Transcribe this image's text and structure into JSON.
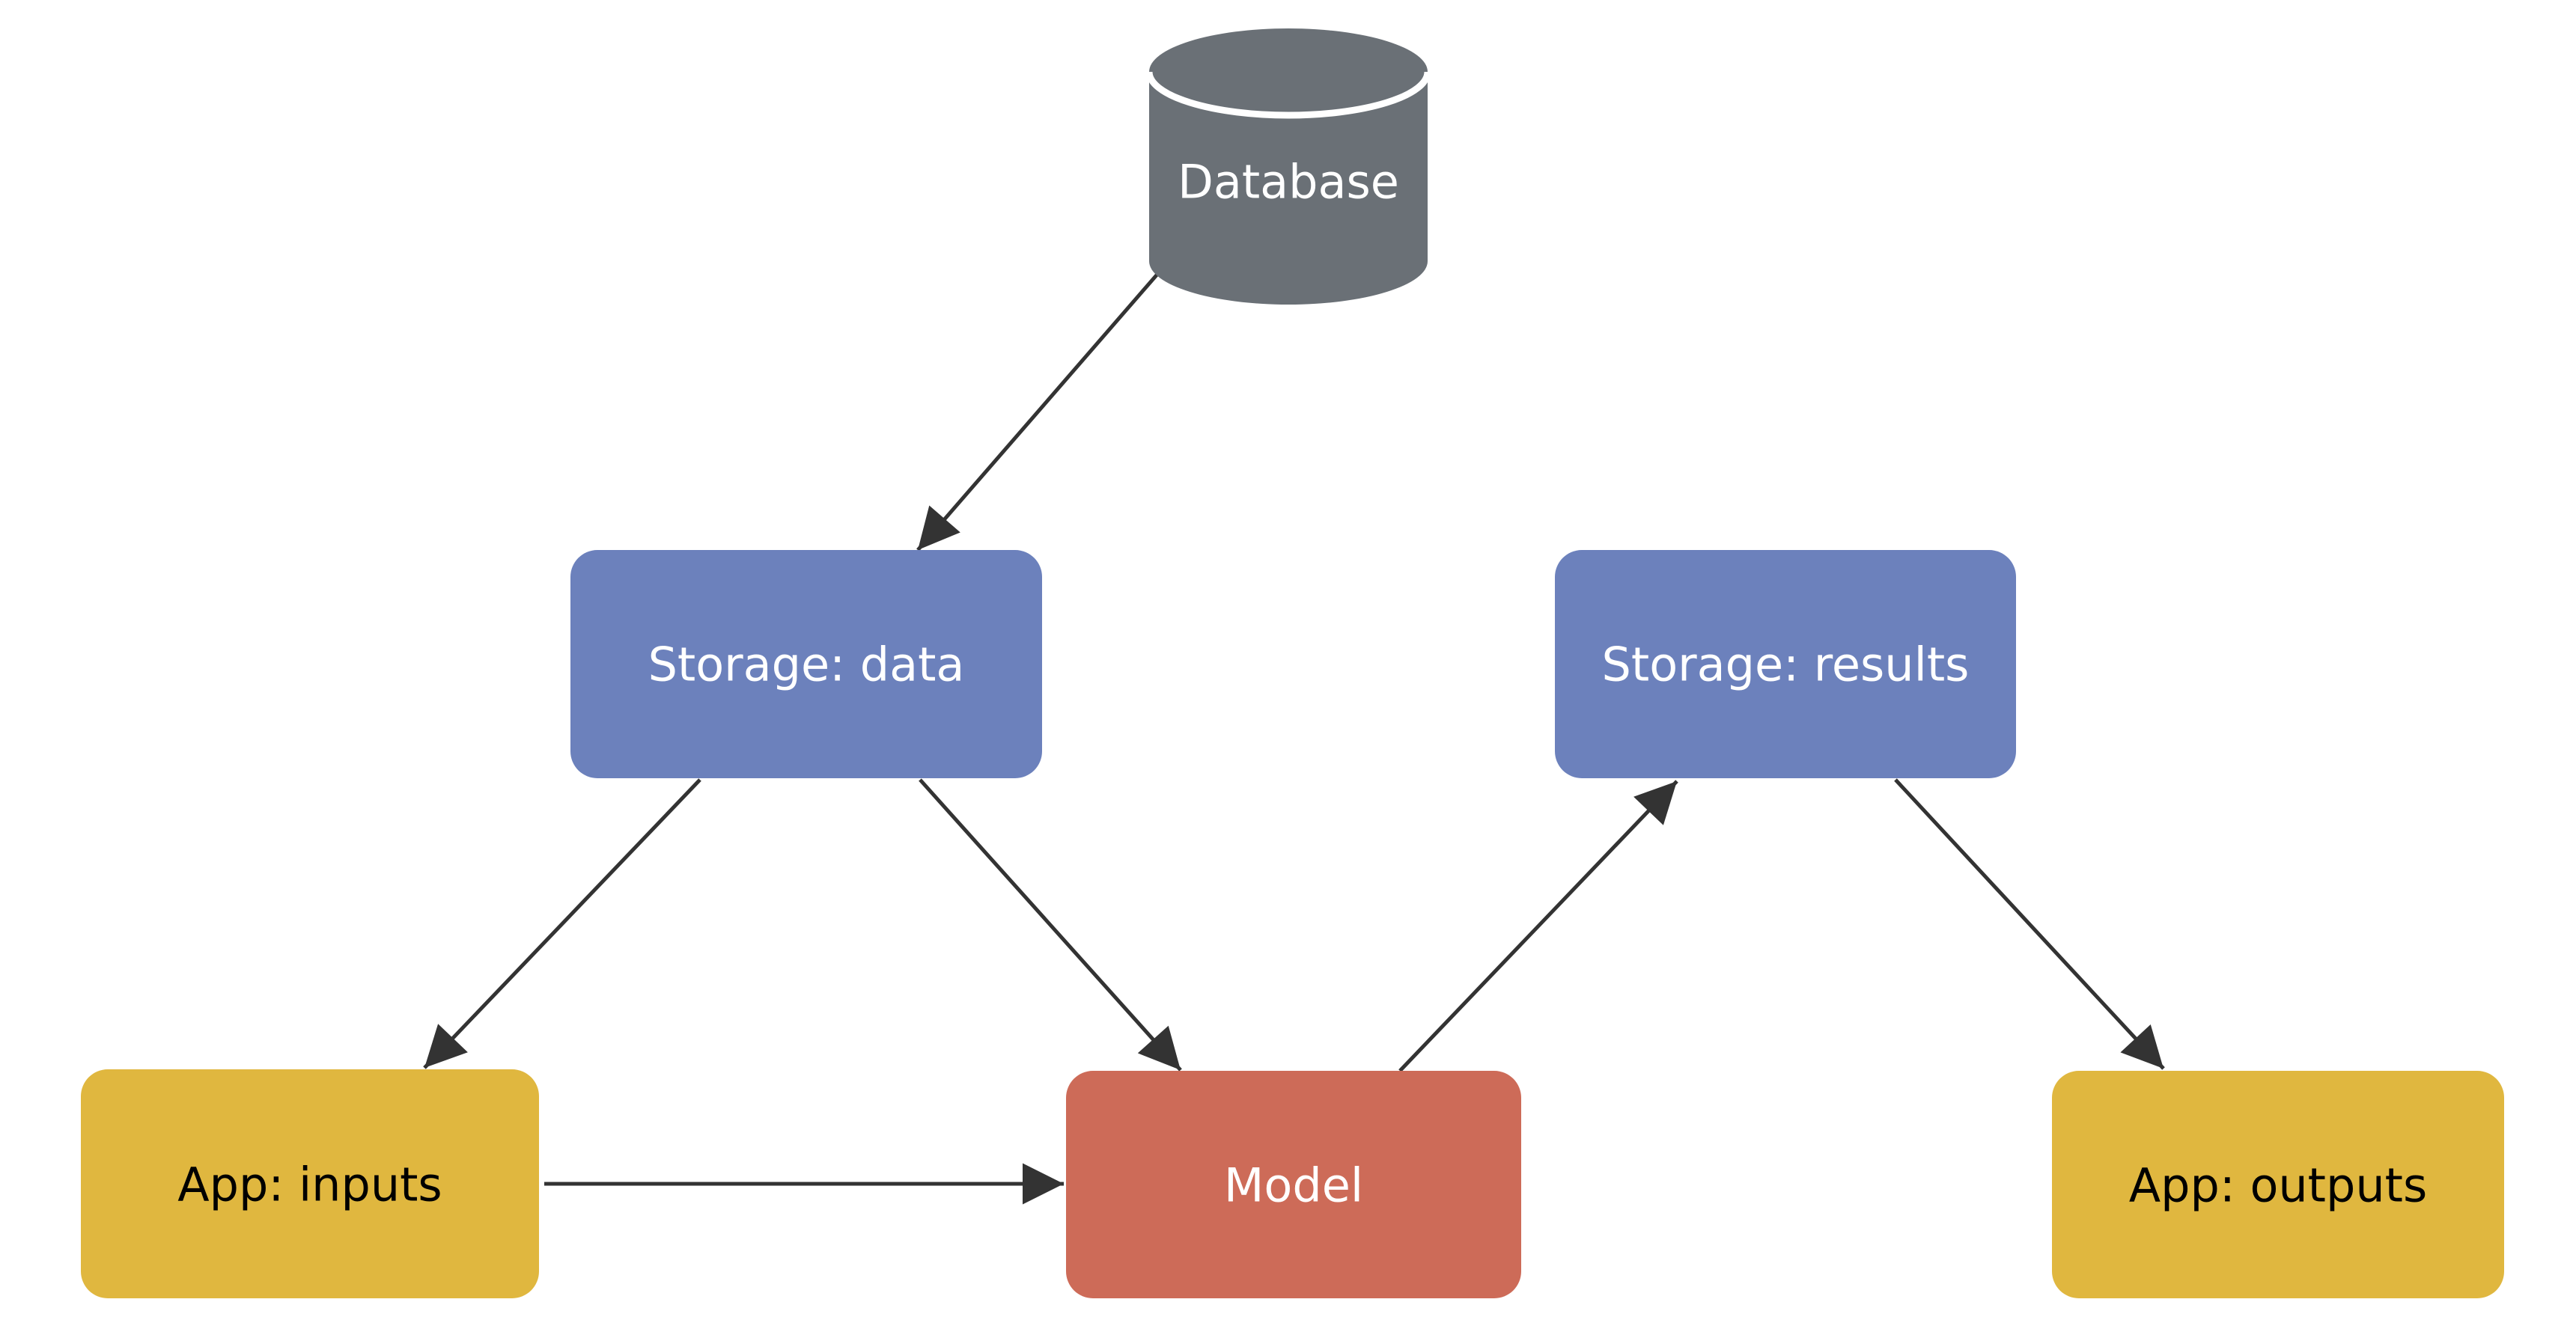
{
  "diagram": {
    "type": "flowchart",
    "background": "#ffffff",
    "edge_style": {
      "color": "#333333"
    },
    "nodes": [
      {
        "id": "database",
        "label": "Database",
        "shape": "cylinder",
        "fill": "#6a7076",
        "text_color": "#ffffff",
        "rim_color": "#ffffff"
      },
      {
        "id": "storage-data",
        "label": "Storage: data",
        "shape": "rounded-rect",
        "fill": "#6c81bc",
        "text_color": "#ffffff"
      },
      {
        "id": "storage-results",
        "label": "Storage: results",
        "shape": "rounded-rect",
        "fill": "#6c81bc",
        "text_color": "#ffffff"
      },
      {
        "id": "app-inputs",
        "label": "App: inputs",
        "shape": "rounded-rect",
        "fill": "#e0b73f",
        "text_color": "#000000"
      },
      {
        "id": "model",
        "label": "Model",
        "shape": "rounded-rect",
        "fill": "#cd6b58",
        "text_color": "#ffffff"
      },
      {
        "id": "app-outputs",
        "label": "App: outputs",
        "shape": "rounded-rect",
        "fill": "#e0b73f",
        "text_color": "#000000"
      }
    ],
    "edges": [
      {
        "from": "database",
        "to": "storage-data",
        "arrow": true
      },
      {
        "from": "storage-data",
        "to": "app-inputs",
        "arrow": true
      },
      {
        "from": "storage-data",
        "to": "model",
        "arrow": true
      },
      {
        "from": "app-inputs",
        "to": "model",
        "arrow": true
      },
      {
        "from": "model",
        "to": "storage-results",
        "arrow": true
      },
      {
        "from": "storage-results",
        "to": "app-outputs",
        "arrow": true
      }
    ]
  }
}
